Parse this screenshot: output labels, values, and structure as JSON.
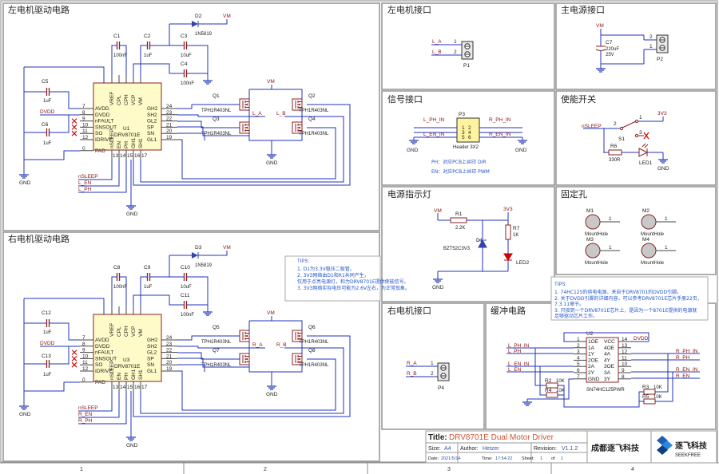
{
  "sections": {
    "left_driver": "左电机驱动电路",
    "right_driver": "右电机驱动电路",
    "left_motor": "左电机接口",
    "main_power": "主电源接口",
    "signal": "信号接口",
    "enable": "使能开关",
    "power_led": "电源指示灯",
    "mounting": "固定孔",
    "right_motor": "右电机接口",
    "buffer": "缓冲电路"
  },
  "driver_left": {
    "ic_ref": "U1",
    "ic_name": "DRV8701E",
    "top_pins": [
      "VREF",
      "CPL",
      "CPH",
      "VCP",
      "VM"
    ],
    "left_pins": [
      {
        "num": "7",
        "name": "AVDD"
      },
      {
        "num": "8",
        "name": "DVDD"
      },
      {
        "num": "9",
        "name": "nFAULT"
      },
      {
        "num": "10",
        "name": "SNSOUT"
      },
      {
        "num": "11",
        "name": "SO"
      },
      {
        "num": "12",
        "name": "IDRIVE"
      },
      {
        "num": "0",
        "name": "PAD"
      }
    ],
    "right_pins": [
      {
        "num": "24",
        "name": "GH2"
      },
      {
        "num": "23",
        "name": "SH2"
      },
      {
        "num": "22",
        "name": "GL2"
      },
      {
        "num": "21",
        "name": "SP"
      },
      {
        "num": "20",
        "name": "SN"
      },
      {
        "num": "19",
        "name": "GL1"
      }
    ],
    "bottom_pins": [
      "nSLEEP",
      "EN",
      "PH",
      "GH1",
      "SH1"
    ],
    "bottom_nums": [
      "13",
      "14",
      "15",
      "16",
      "17",
      "18"
    ],
    "caps": [
      {
        "ref": "C1",
        "val": "100nF"
      },
      {
        "ref": "C2",
        "val": "1uF"
      },
      {
        "ref": "C3",
        "val": "10uF"
      },
      {
        "ref": "C4",
        "val": "100nF"
      },
      {
        "ref": "C5",
        "val": "1uF"
      },
      {
        "ref": "C6",
        "val": "1uF"
      }
    ],
    "diode": {
      "ref": "D2",
      "val": "1N5819"
    },
    "mosfets": [
      {
        "ref": "Q1",
        "val": "TPH1R403NL"
      },
      {
        "ref": "Q2",
        "val": "TPH1R403NL"
      },
      {
        "ref": "Q3",
        "val": "TPH1R403NL"
      },
      {
        "ref": "Q4",
        "val": "TPH1R403NL"
      }
    ],
    "nets": {
      "vm": "VM",
      "dvdd": "DVDD",
      "gnd": "GND",
      "out_a": "L_A",
      "out_b": "L_B",
      "sleep": "nSLEEP",
      "en": "L_EN",
      "ph": "L_PH"
    }
  },
  "driver_right": {
    "ic_ref": "U3",
    "ic_name": "DRV8701E",
    "caps": [
      {
        "ref": "C8",
        "val": "100nF"
      },
      {
        "ref": "C9",
        "val": "1uF"
      },
      {
        "ref": "C10",
        "val": "10uF"
      },
      {
        "ref": "C11",
        "val": "100nF"
      },
      {
        "ref": "C12",
        "val": "1uF"
      },
      {
        "ref": "C13",
        "val": "1uF"
      }
    ],
    "diode": {
      "ref": "D3",
      "val": "1N5819"
    },
    "mosfets": [
      {
        "ref": "Q5",
        "val": "TPH1R403NL"
      },
      {
        "ref": "Q6",
        "val": "TPH1R403NL"
      },
      {
        "ref": "Q7",
        "val": "TPH1R403NL"
      },
      {
        "ref": "Q8",
        "val": "TPH1R403NL"
      }
    ],
    "nets": {
      "vm": "VM",
      "dvdd": "DVDD",
      "gnd": "GND",
      "out_a": "R_A",
      "out_b": "R_B",
      "sleep": "nSLEEP",
      "en": "R_EN",
      "ph": "R_PH"
    }
  },
  "left_motor_conn": {
    "ref": "P1",
    "pin1": "1",
    "pin2": "2",
    "net1": "L_A",
    "net2": "L_B"
  },
  "main_power_conn": {
    "ref": "P2",
    "cap_ref": "C7",
    "cap_val": "220uF",
    "cap_volt": "25V",
    "vm": "VM",
    "gnd": "GND",
    "pin1": "1",
    "pin2": "2"
  },
  "signal_conn": {
    "ref": "P3",
    "name": "Header 3X2",
    "left_nets": [
      "L_PH_IN",
      "L_EN_IN"
    ],
    "right_nets": [
      "R_PH_IN",
      "R_EN_IN"
    ],
    "pins": [
      "1",
      "2",
      "3",
      "4",
      "5",
      "6"
    ],
    "gnd": "GND"
  },
  "signal_notes": [
    "PH：对应PCB上丝印 DIR",
    "EN：对应PCB上丝印 PWM"
  ],
  "enable_switch": {
    "sleep": "nSLEEP",
    "v33": "3V3",
    "sw_ref": "S1",
    "r_ref": "R6",
    "r_val": "330R",
    "led_ref": "LED1",
    "gnd": "GND",
    "pins": [
      "1",
      "2",
      "3"
    ]
  },
  "power_indicator": {
    "vm": "VM",
    "r1_ref": "R1",
    "r1_val": "2.2K",
    "d1_ref": "D1",
    "d1_val": "BZT52C3V3",
    "r7_ref": "R7",
    "r7_val": "1K",
    "led_ref": "LED2",
    "v33": "3V3",
    "gnd": "GND"
  },
  "mount_holes": [
    {
      "ref": "M1",
      "name": "MountHole",
      "pin": "1"
    },
    {
      "ref": "M2",
      "name": "MountHole",
      "pin": "1"
    },
    {
      "ref": "M3",
      "name": "MountHole",
      "pin": "1"
    },
    {
      "ref": "M4",
      "name": "MountHole",
      "pin": "1"
    }
  ],
  "tips1": {
    "title": "TIPS:",
    "lines": [
      "1. D1为3.3V稳压二极管。",
      "2. 3V3网络由D1和R1共同产生，",
      "   仅用于点亮电源灯，和为DRV8701E提供使能信号。",
      "3. 3V3网络实际电压可能为2.6V左右，为正常现象。"
    ]
  },
  "right_motor_conn": {
    "ref": "P4",
    "pin1": "1",
    "pin2": "2",
    "net1": "R_A",
    "net2": "R_B"
  },
  "tips2": {
    "title": "TIPS:",
    "lines": [
      "1. 74HC125的供电电源，来自于DRV8701的DVDD引脚。",
      "2. 关于DVDD引脚的详细内容，可以参考DRV8701E芯片手册22页，",
      "   7.3.11章节。",
      "3. 只接到一个DRV8701E芯片上，是因为一个8701E提供的电源就",
      "   足够驱动芯片工作。"
    ]
  },
  "buffer_ic": {
    "ref": "U2",
    "name": "SN74HC125PWR",
    "left_pins": [
      {
        "num": "1",
        "name": "1OE"
      },
      {
        "num": "2",
        "name": "1A"
      },
      {
        "num": "3",
        "name": "1Y"
      },
      {
        "num": "4",
        "name": "2OE"
      },
      {
        "num": "5",
        "name": "2A"
      },
      {
        "num": "6",
        "name": "2Y"
      },
      {
        "num": "7",
        "name": "GND"
      }
    ],
    "right_pins": [
      {
        "num": "14",
        "name": "VCC"
      },
      {
        "num": "13",
        "name": "4OE"
      },
      {
        "num": "12",
        "name": "4A"
      },
      {
        "num": "11",
        "name": "4Y"
      },
      {
        "num": "10",
        "name": "3OE"
      },
      {
        "num": "9",
        "name": "3A"
      },
      {
        "num": "8",
        "name": "3Y"
      }
    ],
    "left_nets": [
      "L_PH_IN",
      "L_PH",
      "L_EN_IN",
      "L_EN"
    ],
    "right_nets": [
      "R_PH_IN",
      "R_PH",
      "R_EN_IN",
      "R_EN"
    ],
    "vcc_net": "DVDD",
    "resistors": [
      {
        "ref": "R2",
        "val": "10K"
      },
      {
        "ref": "R4",
        "val": "10K"
      },
      {
        "ref": "R3",
        "val": "10K"
      },
      {
        "ref": "R5",
        "val": "10K"
      }
    ]
  },
  "title_block": {
    "title_label": "Title:",
    "title": "DRV8701E Dual Motor Driver",
    "size_label": "Size:",
    "size": "A4",
    "author_label": "Author:",
    "author": "Hetzer",
    "revision_label": "Revision:",
    "revision": "V1.1.2",
    "date_label": "Date:",
    "date": "2021/5/14",
    "time_label": "Time:",
    "time": "17:54:22",
    "sheet_label": "Sheet:",
    "sheet": "1",
    "of_label": "of",
    "of": "1",
    "company": "成都逐飞科技",
    "logo_cn": "逐飞科技",
    "logo_en": "SEEKFREE"
  },
  "border_cols": [
    "1",
    "2",
    "3",
    "4"
  ]
}
